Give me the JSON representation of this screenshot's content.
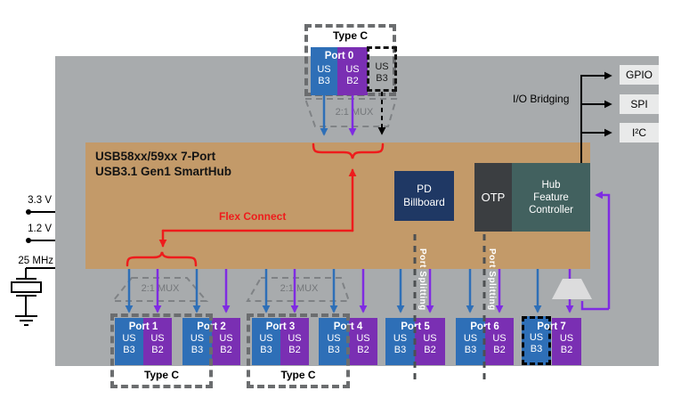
{
  "colors": {
    "panel_gray": "#a8abad",
    "block_tan": "#c39a69",
    "usb3_blue": "#2e6fb7",
    "usb2_purple": "#7a2fb3",
    "arrow_purple": "#7f2be2",
    "flex_red": "#ee1c1c",
    "pd_navy": "#1f3864",
    "otp_charcoal": "#3b3e41",
    "controller_teal": "#42615f",
    "io_box_gray": "#e9eaea"
  },
  "hub_block": {
    "title_line1": "USB58xx/59xx 7-Port",
    "title_line2": "USB3.1 Gen1 SmartHub",
    "flex_connect_label": "Flex Connect",
    "pd_billboard_line1": "PD",
    "pd_billboard_line2": "Billboard",
    "otp_label": "OTP",
    "hfc_line1": "Hub",
    "hfc_line2": "Feature",
    "hfc_line3": "Controller"
  },
  "io_bridging": {
    "label": "I/O Bridging",
    "targets": [
      "GPIO",
      "SPI",
      "I²C"
    ]
  },
  "left_inputs": {
    "rail_3v3": "3.3 V",
    "rail_1v2": "1.2 V",
    "clock": "25 MHz"
  },
  "labels": {
    "type_c": "Type C",
    "mux": "2:1 MUX",
    "port_splitting": "Port Splitting",
    "us": "US",
    "b3": "B3",
    "b2": "B2"
  },
  "ports": [
    {
      "name": "Port 0"
    },
    {
      "name": "Port 1"
    },
    {
      "name": "Port 2"
    },
    {
      "name": "Port 3"
    },
    {
      "name": "Port 4"
    },
    {
      "name": "Port 5"
    },
    {
      "name": "Port 6"
    },
    {
      "name": "Port 7"
    }
  ]
}
